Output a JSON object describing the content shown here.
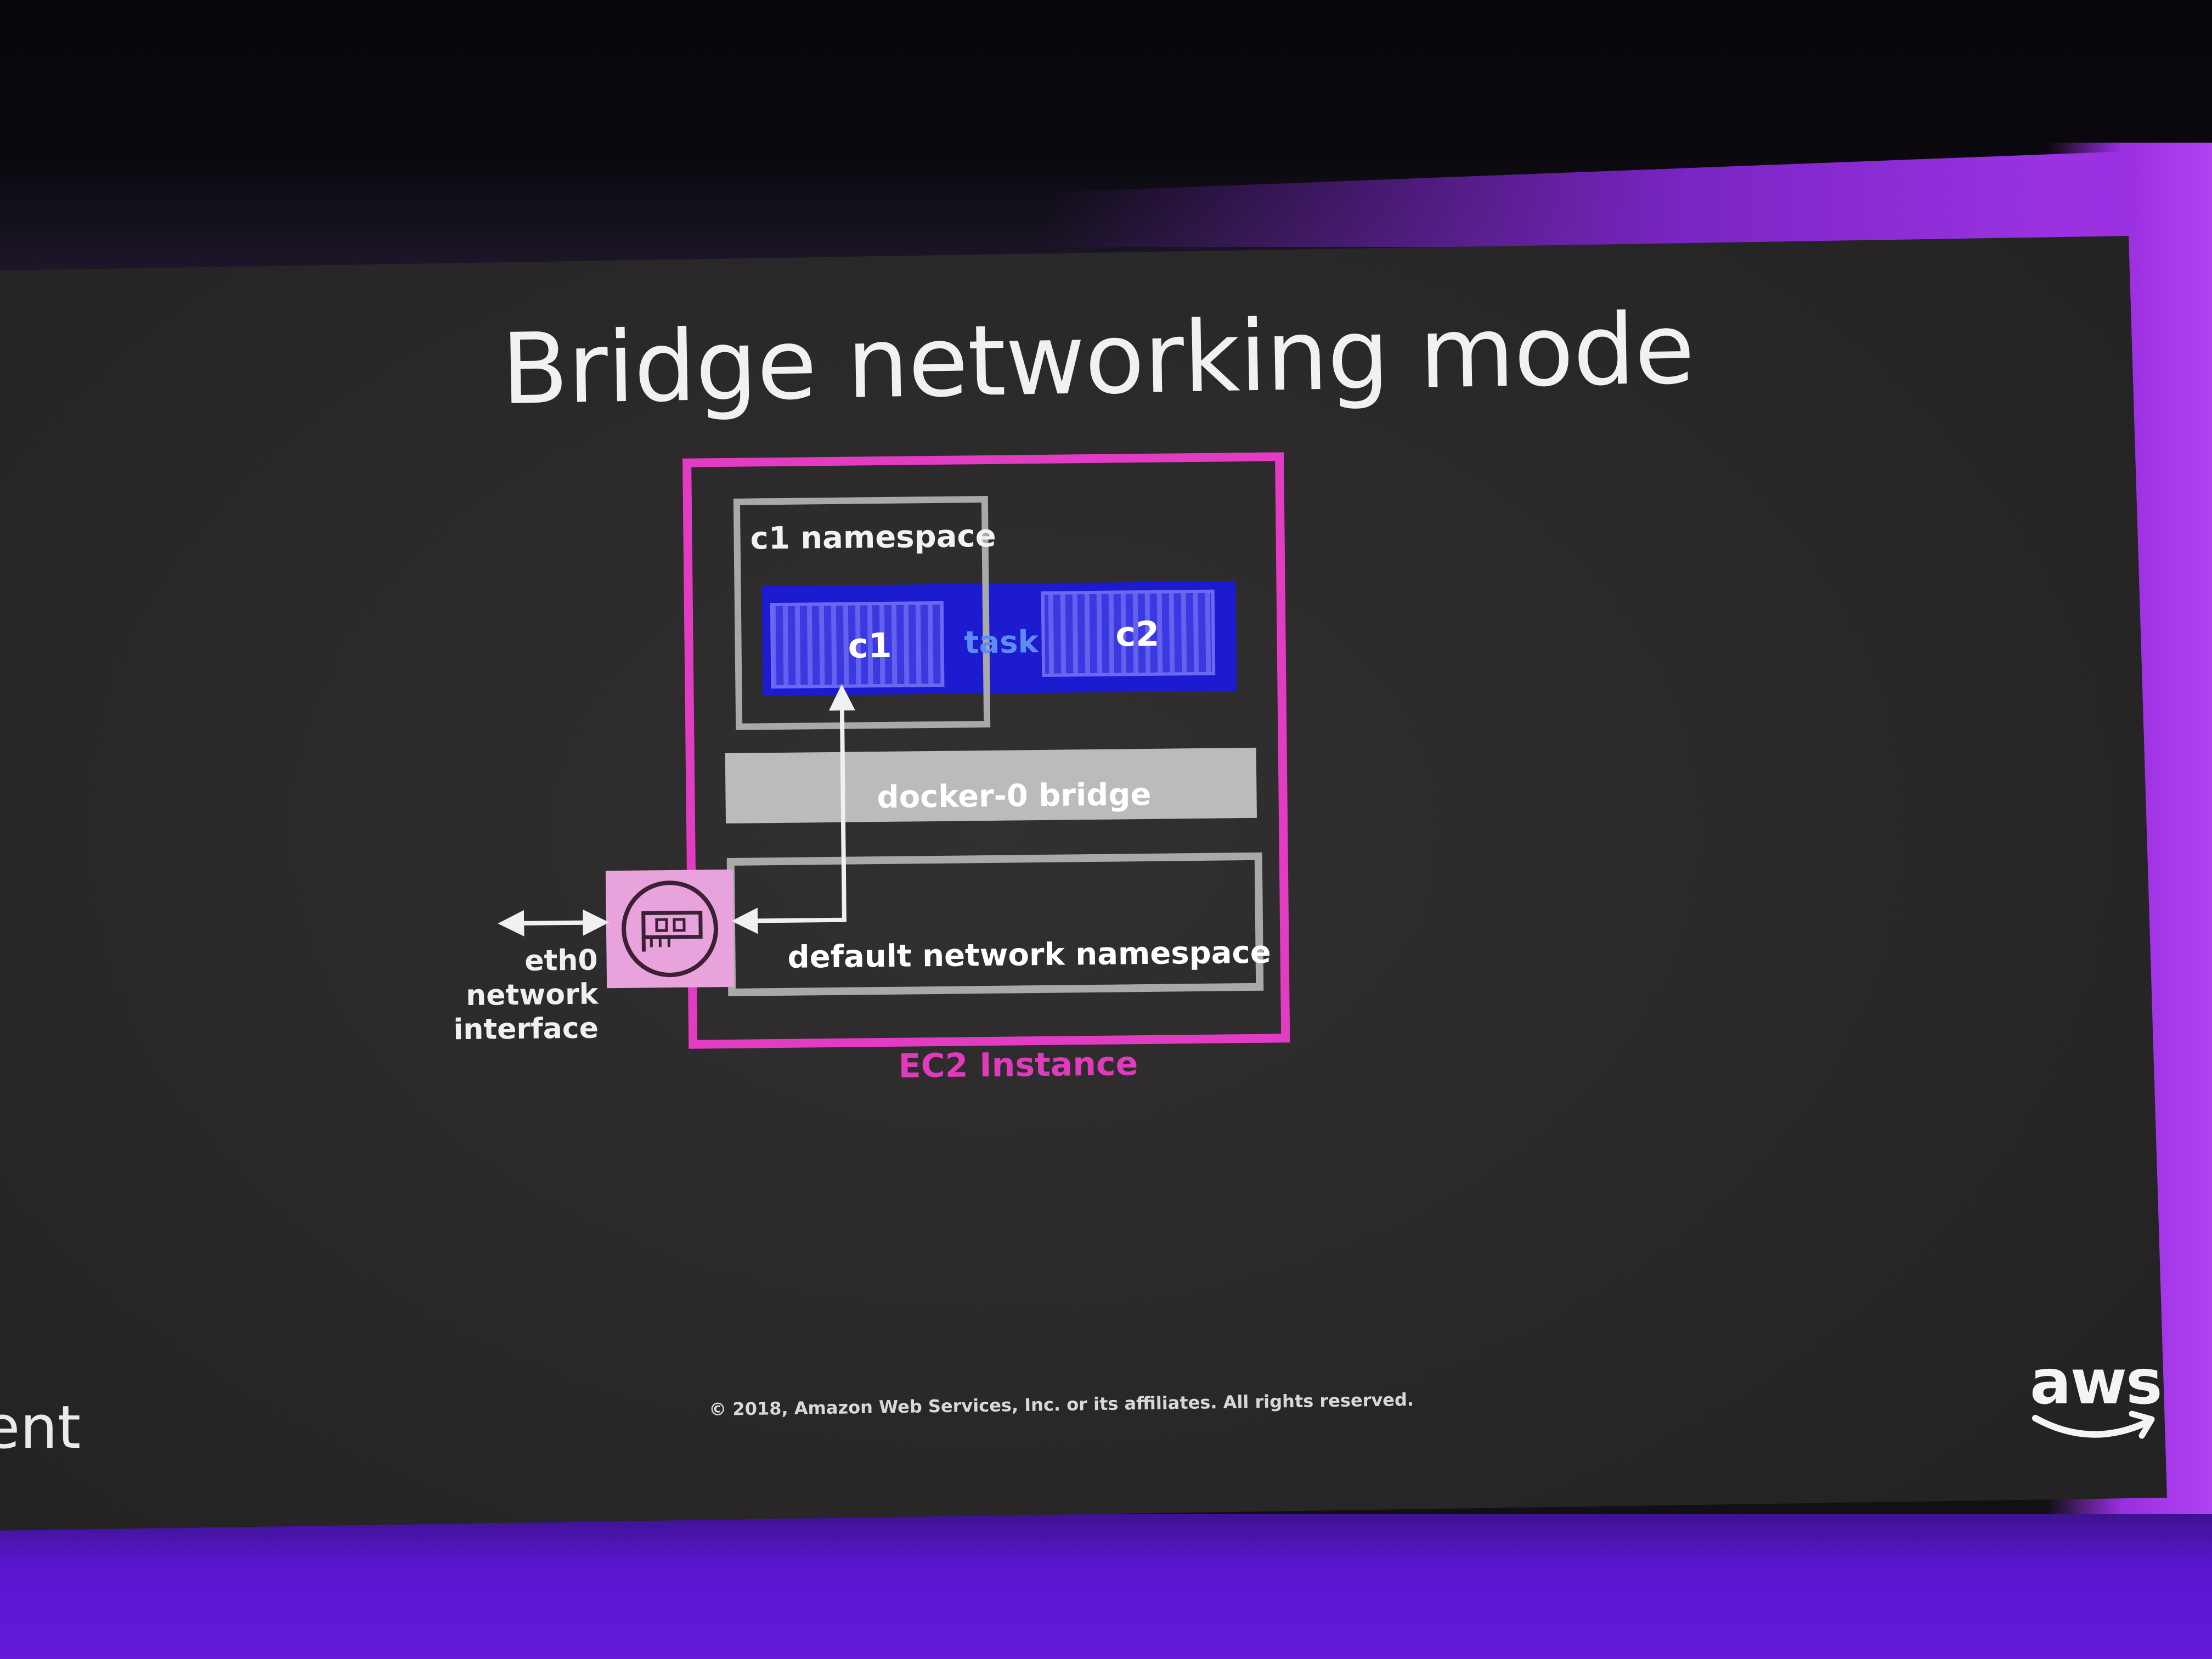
{
  "slide": {
    "title": "Bridge networking mode",
    "copyright": "© 2018, Amazon Web Services, Inc. or its affiliates. All rights reserved.",
    "left_edge_fragment": "ent",
    "logo_word": "aws"
  },
  "diagram": {
    "ec2_instance_label": "EC2 Instance",
    "c1_namespace_label": "c1 namespace",
    "task_label": "task",
    "container_c1_label": "c1",
    "container_c2_label": "c2",
    "bridge_label": "docker-0 bridge",
    "default_namespace_label": "default network namespace",
    "interface_label_lines": [
      "eth0",
      "network",
      "interface"
    ]
  },
  "colors": {
    "ec2_border": "#e23cc3",
    "ec2_label": "#e03bbd",
    "task_fill": "#1d1bd0",
    "container_fill": "#3f3de0",
    "bridge_fill": "#b9bcba",
    "namespace_border": "#a9aaa8",
    "eni_fill": "#e9a3dc",
    "slide_background": "#2b2929",
    "frame_purple": "#6419db"
  },
  "icons": {
    "network_interface": "network-card-icon",
    "logo": "aws-smile-arrow-icon"
  }
}
